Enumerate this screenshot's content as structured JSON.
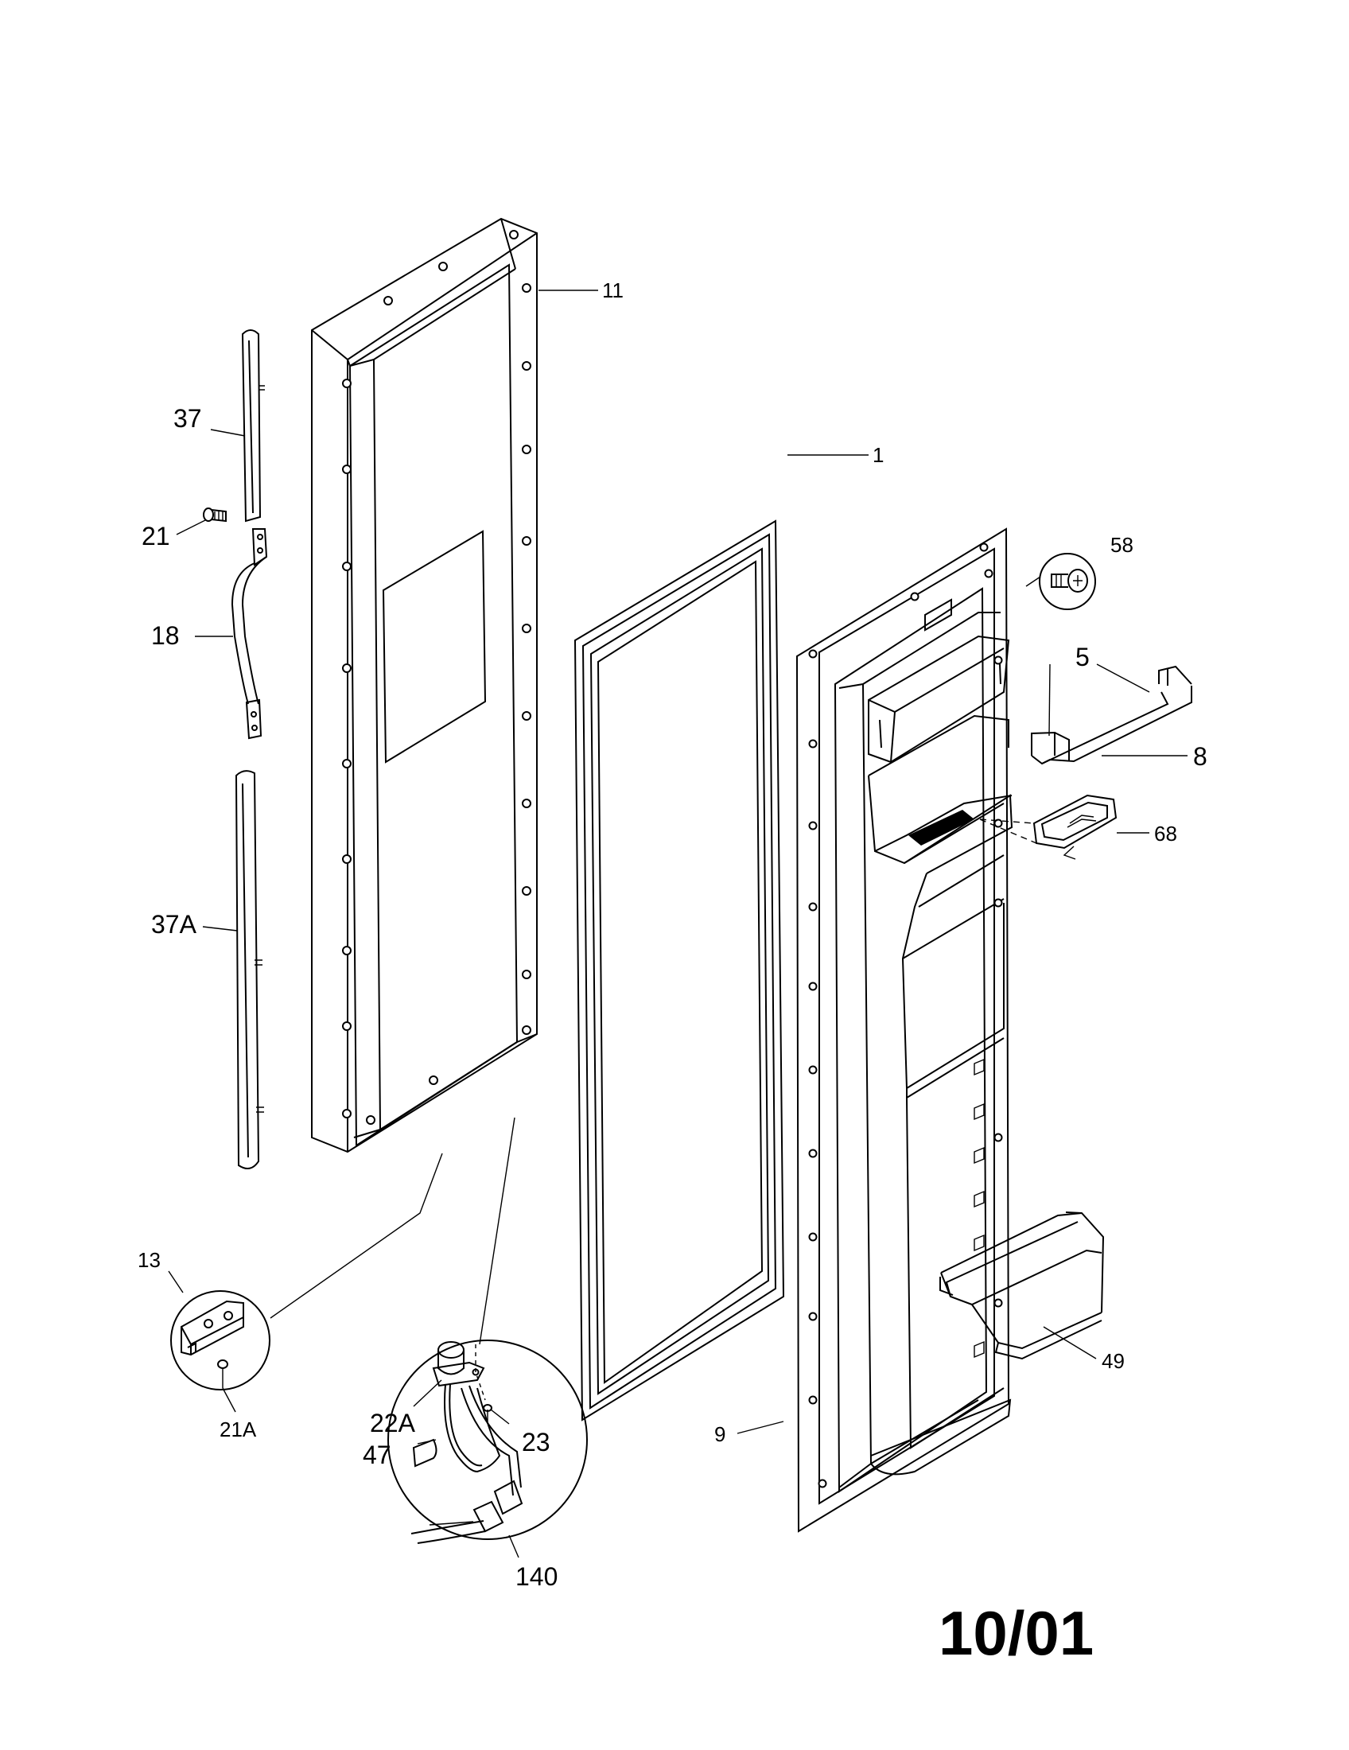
{
  "labels": {
    "p11": "11",
    "p1": "1",
    "p37": "37",
    "p21": "21",
    "p18": "18",
    "p37a": "37A",
    "p13": "13",
    "p21a": "21A",
    "p22a": "22A",
    "p47": "47",
    "p23": "23",
    "p140": "140",
    "p58": "58",
    "p5": "5",
    "p8": "8",
    "p68": "68",
    "p49": "49",
    "p9": "9"
  },
  "revision_date": "10/01",
  "colors": {
    "line": "#000000",
    "background": "#ffffff"
  }
}
